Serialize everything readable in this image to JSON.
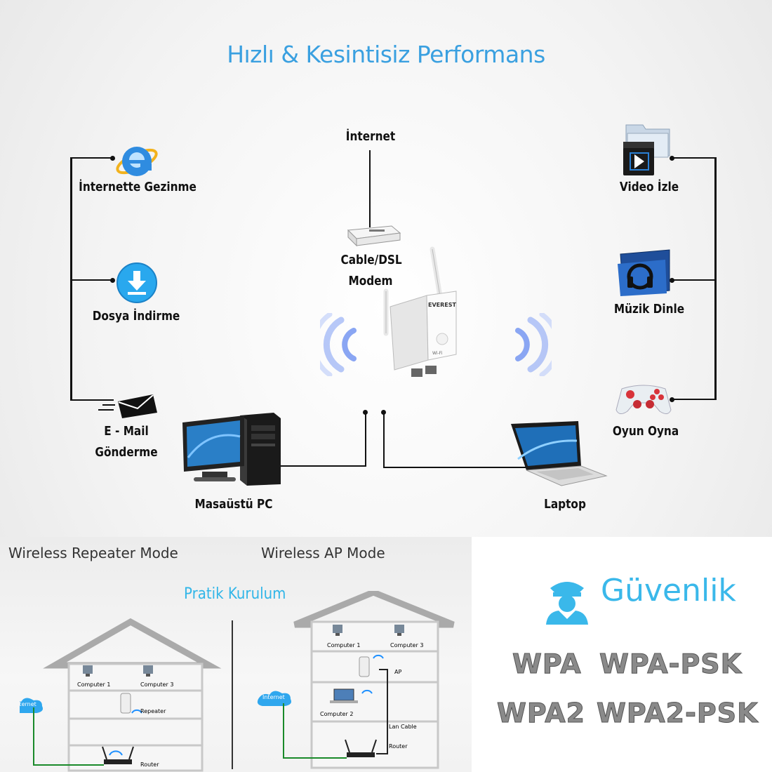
{
  "title": "Hızlı & Kesintisiz Performans",
  "nodes": {
    "internet": "İnternet",
    "modem_line1": "Cable/DSL",
    "modem_line2": "Modem",
    "web": "İnternette Gezinme",
    "download": "Dosya İndirme",
    "email_line1": "E - Mail",
    "email_line2": "Gönderme",
    "video": "Video İzle",
    "music": "Müzik Dinle",
    "game": "Oyun Oyna",
    "desktop": "Masaüstü PC",
    "laptop": "Laptop"
  },
  "device": {
    "brand": "EVEREST",
    "wifi_text": "Wi-Fi"
  },
  "setup": {
    "repeater_mode": "Wireless Repeater Mode",
    "ap_mode": "Wireless AP Mode",
    "pratik": "Pratik Kurulum",
    "repeater_house": {
      "computer1": "Computer 1",
      "computer3": "Computer 3",
      "repeater": "Repeater",
      "router": "Router",
      "internet": "Internet"
    },
    "ap_house": {
      "computer1": "Computer 1",
      "computer3": "Computer 3",
      "ap": "AP",
      "computer2": "Computer 2",
      "lan_cable": "Lan Cable",
      "router": "Router",
      "internet": "Internet"
    }
  },
  "security": {
    "title": "Güvenlik",
    "wpa": "WPA",
    "wpa_psk": "WPA-PSK",
    "wpa2": "WPA2",
    "wpa2_psk": "WPA2-PSK"
  },
  "colors": {
    "accent_blue": "#3aa0e0",
    "cyan": "#3ab8ea",
    "wave": "#6f8ff0"
  }
}
